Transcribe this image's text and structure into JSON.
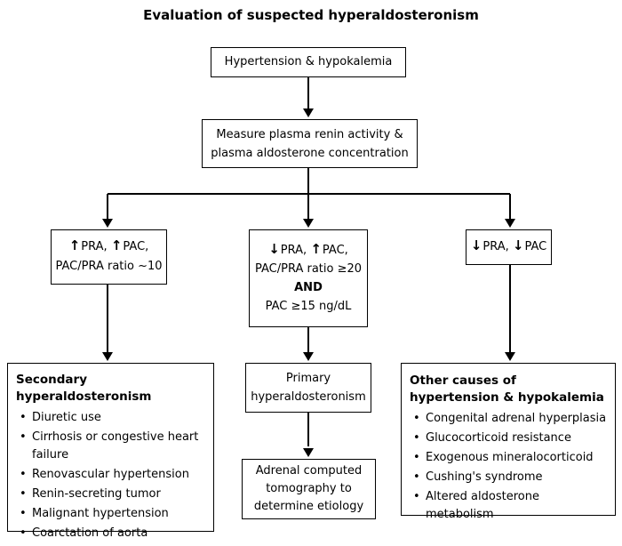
{
  "title": "Evaluation of suspected hyperaldosteronism",
  "top_box": "Hypertension & hypokalemia",
  "measure_box": {
    "line1": "Measure plasma renin activity &",
    "line2": "plasma aldosterone concentration"
  },
  "left_criteria": {
    "line1_prefix": "↑",
    "line1_a": "PRA, ",
    "line1_prefix2": "↑",
    "line1_b": "PAC,",
    "line2": "PAC/PRA ratio ~10"
  },
  "middle_criteria": {
    "line1_prefix": "↓",
    "line1_a": "PRA, ",
    "line1_prefix2": "↑",
    "line1_b": "PAC,",
    "line2": "PAC/PRA ratio ≥20",
    "line3": "AND",
    "line4": "PAC ≥15 ng/dL"
  },
  "right_criteria": {
    "line1_prefix": "↓",
    "line1_a": "PRA, ",
    "line1_prefix2": "↓",
    "line1_b": "PAC"
  },
  "secondary": {
    "heading": "Secondary hyperaldosteronism",
    "items": [
      "Diuretic use",
      "Cirrhosis or congestive heart failure",
      "Renovascular hypertension",
      "Renin-secreting tumor",
      "Malignant hypertension",
      "Coarctation of aorta"
    ]
  },
  "primary": {
    "line1": "Primary",
    "line2": "hyperaldosteronism"
  },
  "adrenal_ct": {
    "line1": "Adrenal computed",
    "line2": "tomography to",
    "line3": "determine etiology"
  },
  "other": {
    "heading": "Other causes of hypertension & hypokalemia",
    "items": [
      "Congenital adrenal hyperplasia",
      "Glucocorticoid resistance",
      "Exogenous mineralocorticoid",
      "Cushing's syndrome",
      "Altered aldosterone metabolism"
    ]
  }
}
